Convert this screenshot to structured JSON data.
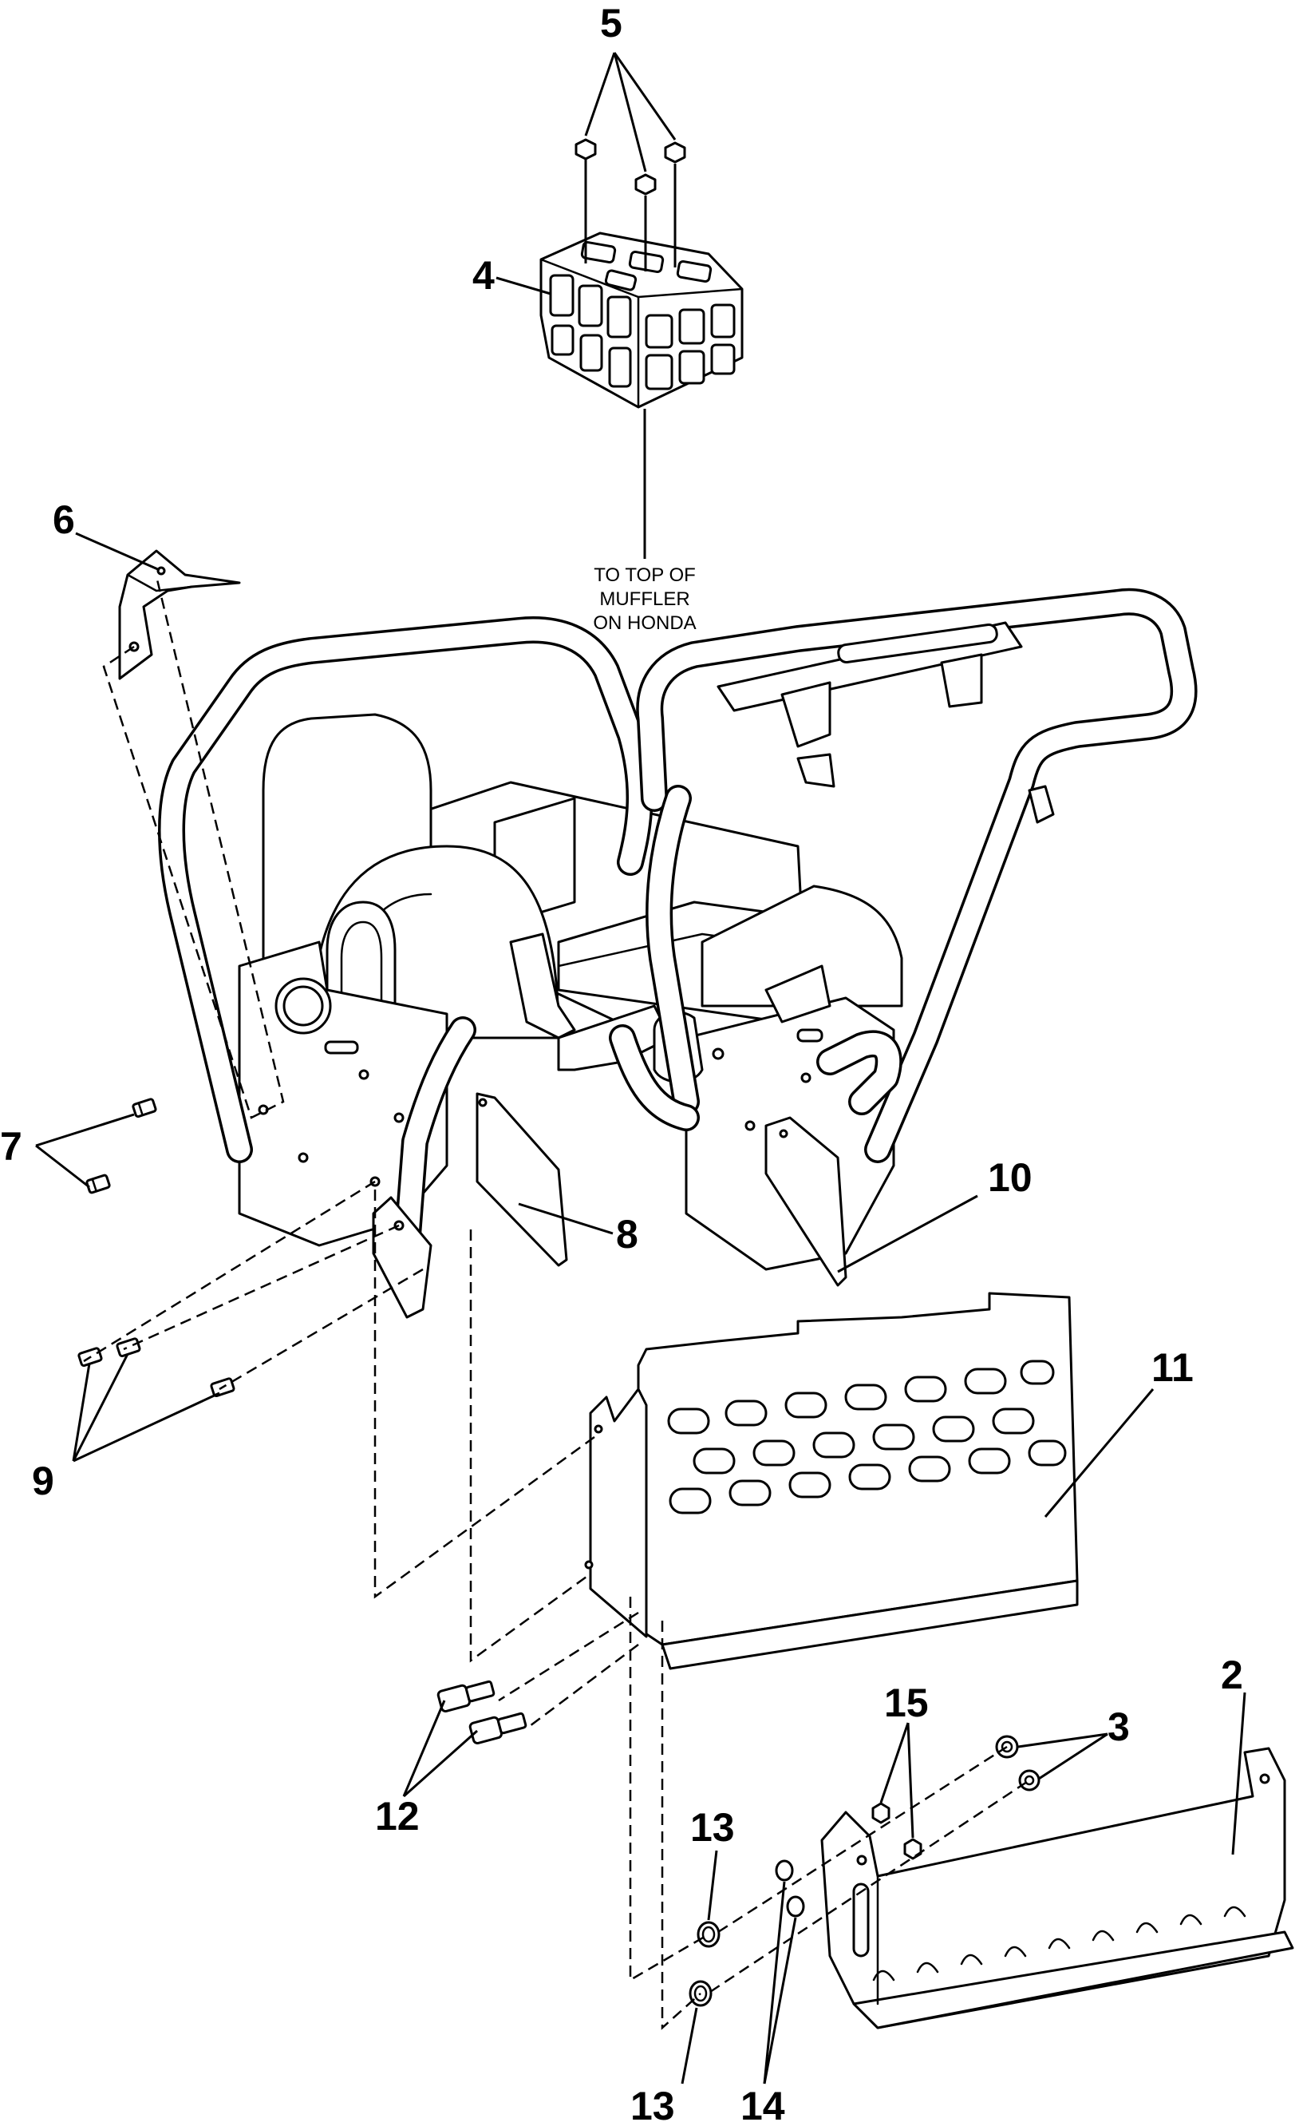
{
  "callouts": {
    "c2": "2",
    "c3": "3",
    "c4": "4",
    "c5": "5",
    "c6": "6",
    "c7": "7",
    "c8": "8",
    "c9": "9",
    "c10": "10",
    "c11": "11",
    "c12": "12",
    "c13a": "13",
    "c13b": "13",
    "c14": "14",
    "c15": "15"
  },
  "note": {
    "line1": "TO TOP OF",
    "line2": "MUFFLER",
    "line3": "ON HONDA"
  }
}
